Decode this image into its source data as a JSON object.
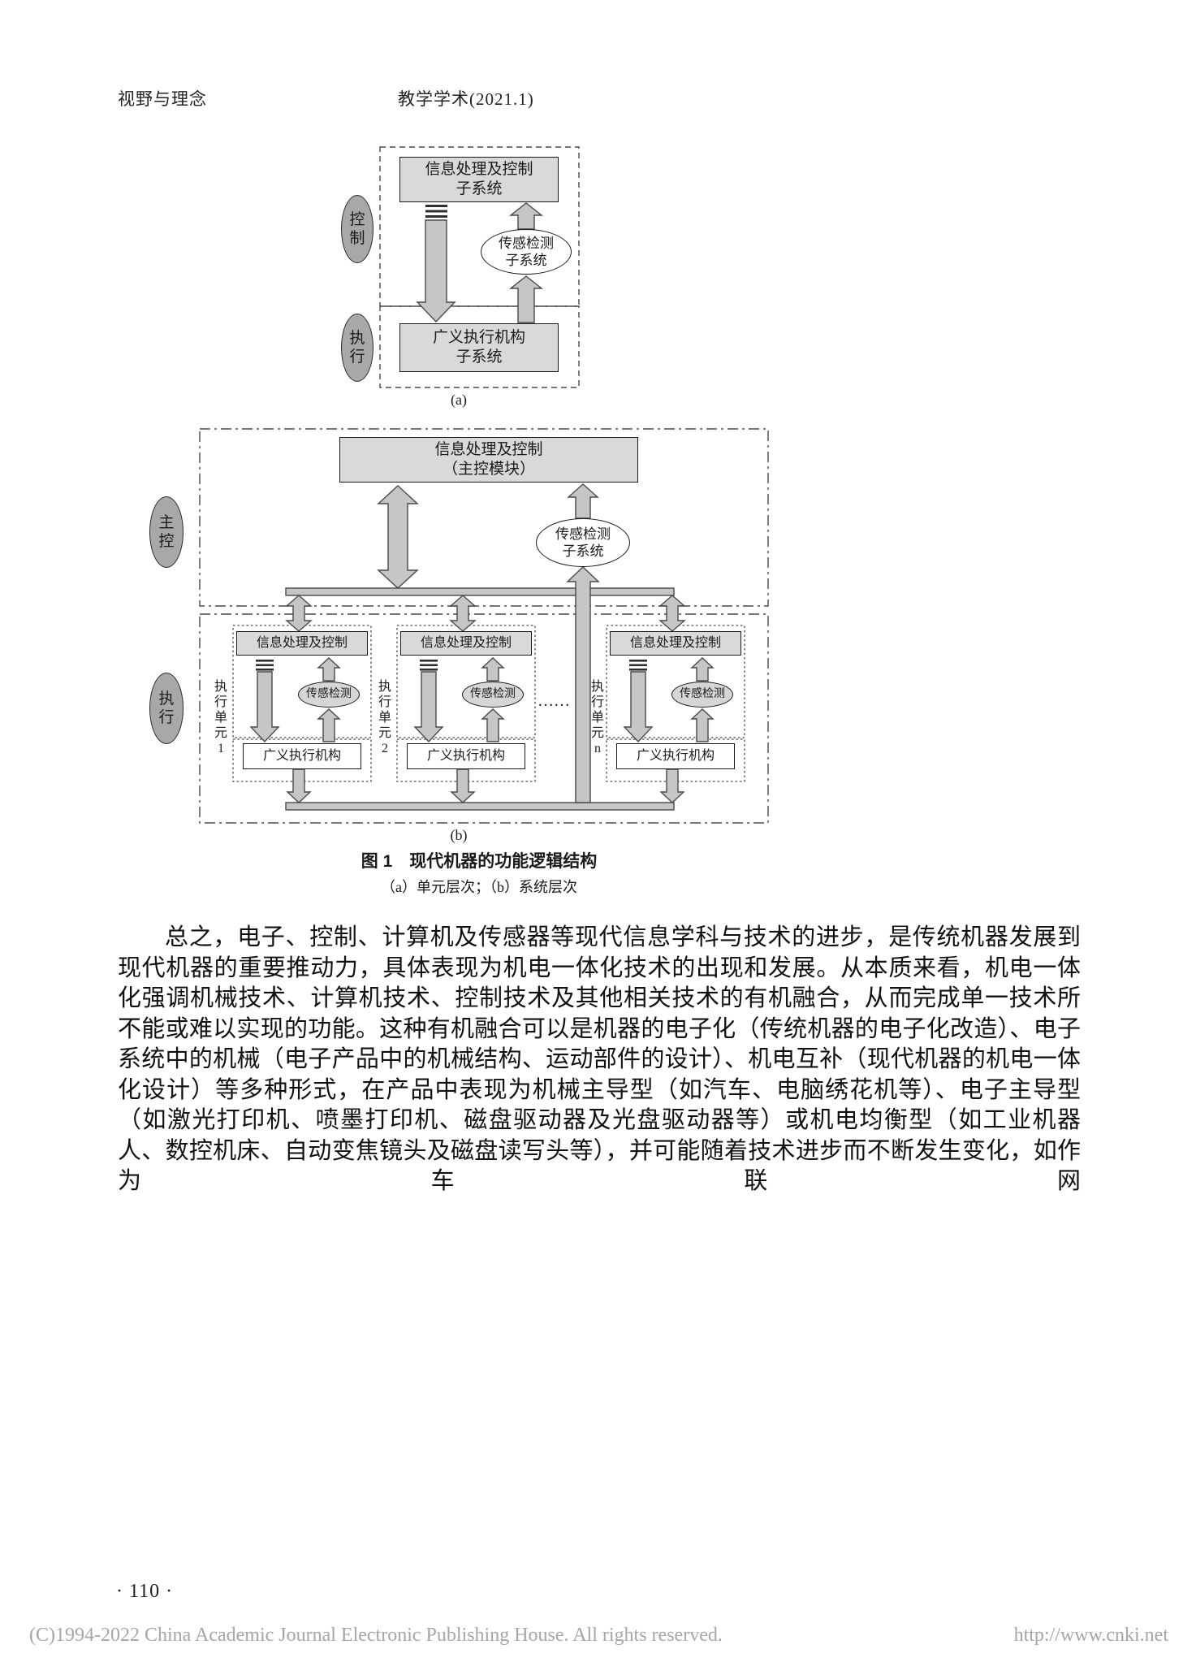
{
  "header": {
    "left": "视野与理念",
    "center": "教学学术(2021.1)"
  },
  "figure": {
    "part_a": {
      "control": "控制",
      "execute": "执行",
      "info_line1": "信息处理及控制",
      "info_line2": "子系统",
      "sensor_line1": "传感检测",
      "sensor_line2": "子系统",
      "actuator_line1": "广义执行机构",
      "actuator_line2": "子系统",
      "label": "(a)"
    },
    "part_b": {
      "main_control": "主控",
      "execute": "执行",
      "main_line1": "信息处理及控制",
      "main_line2": "（主控模块）",
      "sensor_line1": "传感检测",
      "sensor_line2": "子系统",
      "ellipsis": "……",
      "units": [
        {
          "label": "执行单元1",
          "info": "信息处理及控制",
          "sensor": "传感检测",
          "actuator": "广义执行机构"
        },
        {
          "label": "执行单元2",
          "info": "信息处理及控制",
          "sensor": "传感检测",
          "actuator": "广义执行机构"
        },
        {
          "label": "执行单元n",
          "info": "信息处理及控制",
          "sensor": "传感检测",
          "actuator": "广义执行机构"
        }
      ],
      "label": "(b)"
    },
    "caption_title": "图 1　现代机器的功能逻辑结构",
    "caption_sub": "（a）单元层次；（b）系统层次"
  },
  "body": {
    "paragraph": "总之，电子、控制、计算机及传感器等现代信息学科与技术的进步，是传统机器发展到现代机器的重要推动力，具体表现为机电一体化技术的出现和发展。从本质来看，机电一体化强调机械技术、计算机技术、控制技术及其他相关技术的有机融合，从而完成单一技术所不能或难以实现的功能。这种有机融合可以是机器的电子化（传统机器的电子化改造）、电子系统中的机械（电子产品中的机械结构、运动部件的设计）、机电互补（现代机器的机电一体化设计）等多种形式，在产品中表现为机械主导型（如汽车、电脑绣花机等）、电子主导型（如激光打印机、喷墨打印机、磁盘驱动器及光盘驱动器等）或机电均衡型（如工业机器人、数控机床、自动变焦镜头及磁盘读写头等），并可能随着技术进步而不断发生变化，如作为车联网"
  },
  "page_number": "· 110 ·",
  "footer": {
    "copyright": "(C)1994-2022 China Academic Journal Electronic Publishing House. All rights reserved.",
    "url": "http://www.cnki.net"
  }
}
